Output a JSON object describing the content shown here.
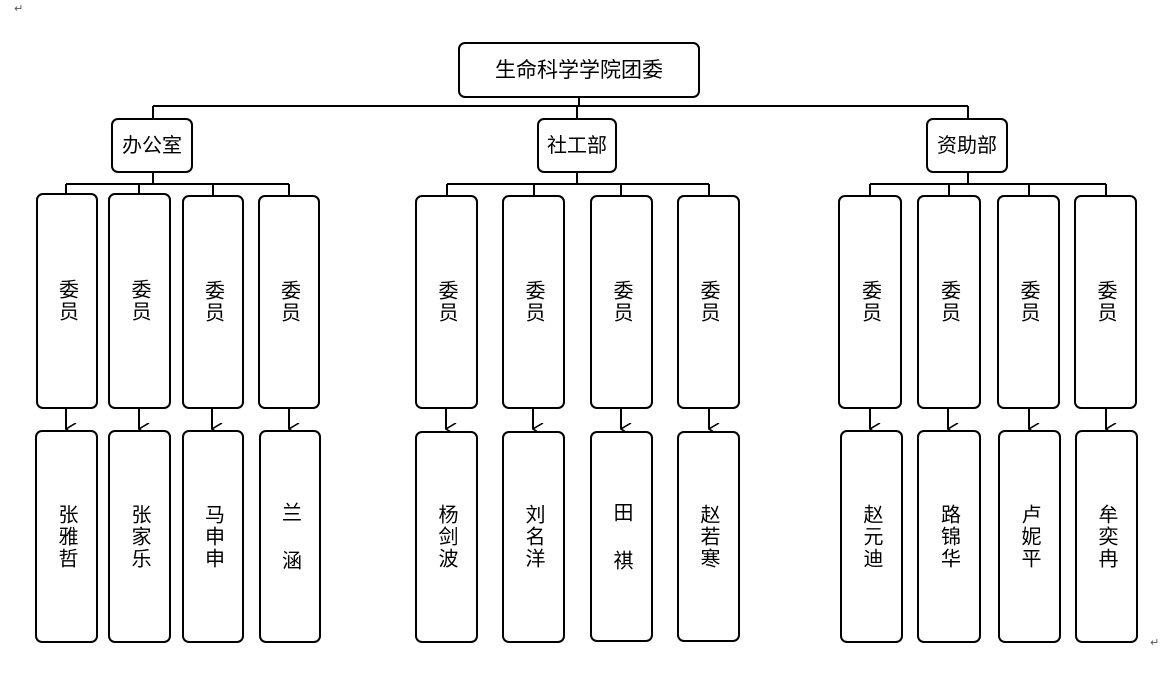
{
  "title": "生命科学学院团委",
  "departments": [
    {
      "name": "办公室",
      "members": [
        {
          "role": "委员",
          "name": "张雅哲"
        },
        {
          "role": "委员",
          "name": "张家乐"
        },
        {
          "role": "委员",
          "name": "马申申"
        },
        {
          "role": "委员",
          "name": "兰 涵"
        }
      ]
    },
    {
      "name": "社工部",
      "members": [
        {
          "role": "委员",
          "name": "杨剑波"
        },
        {
          "role": "委员",
          "name": "刘名洋"
        },
        {
          "role": "委员",
          "name": "田 祺"
        },
        {
          "role": "委员",
          "name": "赵若寒"
        }
      ]
    },
    {
      "name": "资助部",
      "members": [
        {
          "role": "委员",
          "name": "赵元迪"
        },
        {
          "role": "委员",
          "name": "路锦华"
        },
        {
          "role": "委员",
          "name": "卢妮平"
        },
        {
          "role": "委员",
          "name": "牟奕冉"
        }
      ]
    }
  ],
  "paragraph_mark": "↵"
}
